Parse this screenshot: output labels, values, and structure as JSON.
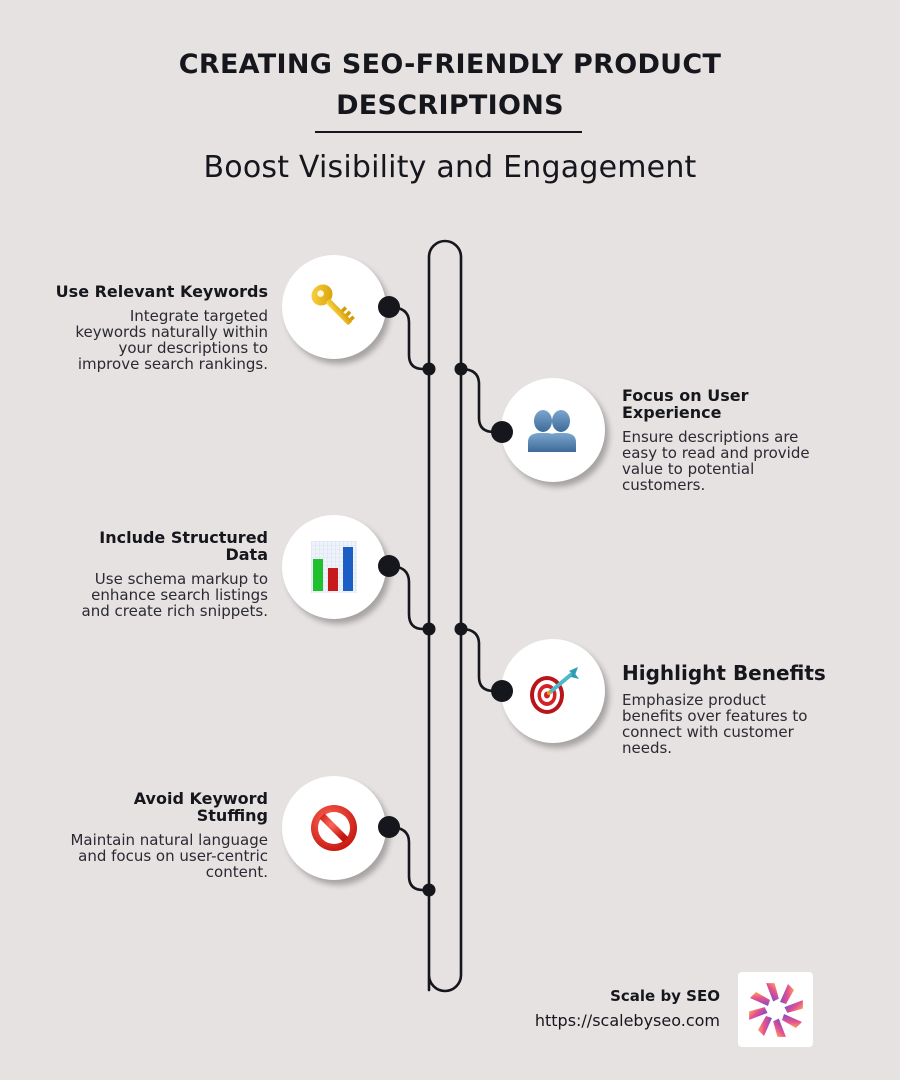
{
  "header": {
    "title_line1": "CREATING SEO-FRIENDLY PRODUCT",
    "title_line2": "DESCRIPTIONS",
    "subtitle": "Boost Visibility and Engagement"
  },
  "items": [
    {
      "title": "Use Relevant Keywords",
      "description": "Integrate targeted keywords naturally within your descriptions to improve search rankings.",
      "desc_lines": [
        "Integrate targeted",
        "keywords naturally within",
        "your descriptions to",
        "improve search rankings."
      ],
      "icon": "key-icon",
      "side": "left"
    },
    {
      "title": "Focus on User Experience",
      "title_lines": [
        "Focus on User",
        "Experience"
      ],
      "description": "Ensure descriptions are easy to read and provide value to potential customers.",
      "desc_lines": [
        "Ensure descriptions are",
        "easy to read and provide",
        "value to potential",
        "customers."
      ],
      "icon": "users-icon",
      "side": "right"
    },
    {
      "title": "Include Structured Data",
      "title_lines": [
        "Include Structured",
        "Data"
      ],
      "description": "Use schema markup to enhance search listings and create rich snippets.",
      "desc_lines": [
        "Use schema markup to",
        "enhance search listings",
        "and create rich snippets."
      ],
      "icon": "bar-chart-icon",
      "side": "left"
    },
    {
      "title": "Highlight Benefits",
      "description": "Emphasize product benefits over features to connect with customer needs.",
      "desc_lines": [
        "Emphasize product",
        "benefits over features to",
        "connect with customer",
        "needs."
      ],
      "icon": "target-icon",
      "side": "right"
    },
    {
      "title": "Avoid Keyword Stuffing",
      "title_lines": [
        "Avoid Keyword",
        "Stuffing"
      ],
      "description": "Maintain natural language and focus on user-centric content.",
      "desc_lines": [
        "Maintain natural language",
        "and focus on user-centric",
        "content."
      ],
      "icon": "prohibited-icon",
      "side": "left"
    }
  ],
  "footer": {
    "brand": "Scale by SEO",
    "url": "https://scalebyseo.com",
    "logo": "pinwheel-logo"
  },
  "colors": {
    "background": "#e6e2e1",
    "text": "#16161d",
    "line": "#16161d",
    "node_bg": "#ffffff"
  }
}
